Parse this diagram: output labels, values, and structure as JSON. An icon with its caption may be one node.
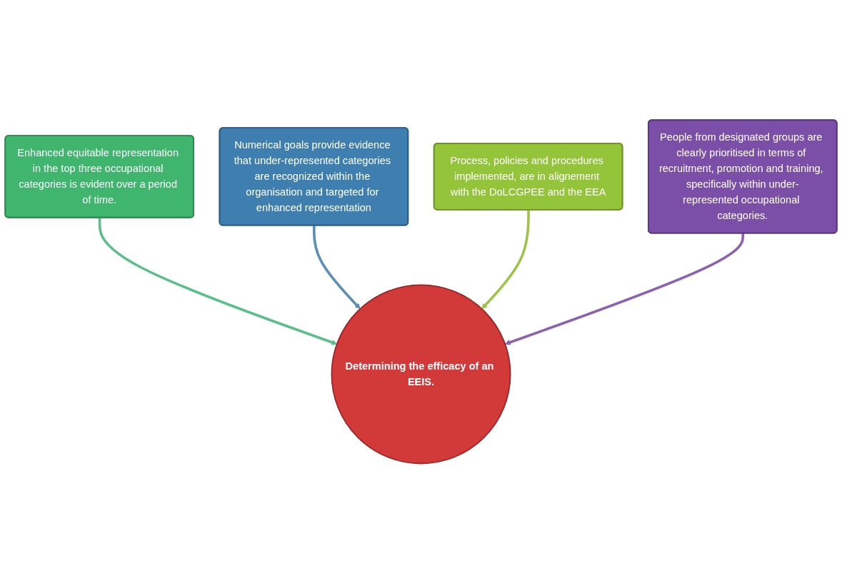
{
  "diagram": {
    "nodes": [
      {
        "text": [
          "Enhanced equitable representation in the top three occupational categories is evident over a period of time."
        ]
      },
      {
        "text": [
          "Numerical goals provide evidence that under-represented categories are recognized within the organisation and targeted for enhanced representation"
        ]
      },
      {
        "text": [
          "Process, policies and procedures implemented, are in alignement with the DoLCGPEE and the EEA"
        ]
      },
      {
        "text": [
          "Determining the efficacy of an EEIS."
        ]
      },
      {
        "text": [
          "People from designated groups are clearly prioritised in terms of recruitment, promotion and training, specifically within under-represented occupational categories."
        ]
      }
    ],
    "edges": [
      {
        "from": 0,
        "to": 3,
        "arrow": "to",
        "color": "#5cbf8a"
      },
      {
        "from": 1,
        "to": 3,
        "arrow": "to",
        "color": "#5b8fb5"
      },
      {
        "from": 2,
        "to": 3,
        "arrow": "to",
        "color": "#9dc34a"
      },
      {
        "from": 4,
        "to": 3,
        "arrow": "to",
        "color": "#8a62b0"
      }
    ]
  }
}
